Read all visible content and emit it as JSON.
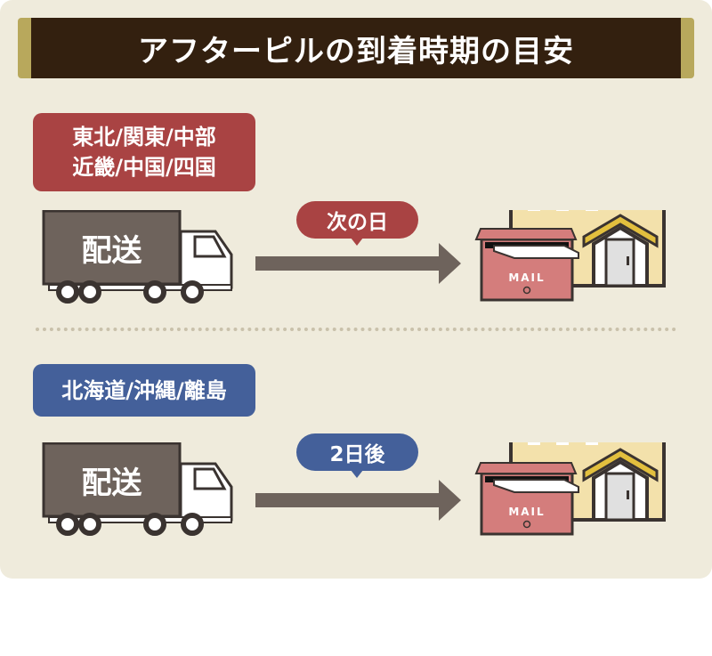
{
  "title": "アフターピルの到着時期の目安",
  "colors": {
    "title_bg": "#33200f",
    "title_accent": "#b8a85c",
    "region1": "#a94343",
    "region2": "#44609a",
    "truck_cargo": "#6e635c",
    "roof": "#e2bf3e",
    "wall": "#f3e1ab",
    "mailbox": "#d47d7c"
  },
  "sections": [
    {
      "region": "東北/関東/中部\n近畿/中国/四国",
      "truck_label": "配送",
      "arrival": "次の日",
      "mail_label": "MAIL"
    },
    {
      "region": "北海道/沖縄/離島",
      "truck_label": "配送",
      "arrival": "2日後",
      "mail_label": "MAIL"
    }
  ]
}
